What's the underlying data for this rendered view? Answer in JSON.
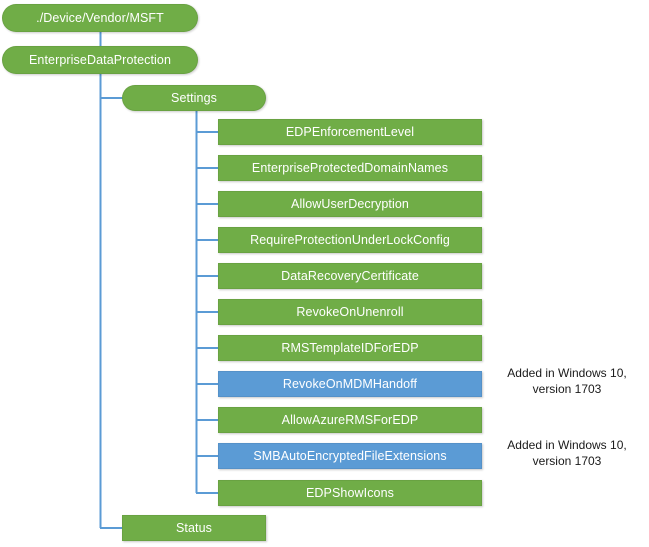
{
  "colors": {
    "green": "#70AD47",
    "blue": "#5B9BD5",
    "connector": "#5B9BD5",
    "text_on_node": "#FFFFFF",
    "annotation_text": "#1A1A1A",
    "background": "#FFFFFF"
  },
  "tree": {
    "root": {
      "label": "./Device/Vendor/MSFT",
      "shape": "pill",
      "color": "green"
    },
    "level1": {
      "label": "EnterpriseDataProtection",
      "shape": "pill",
      "color": "green"
    },
    "branches": [
      {
        "label": "Settings",
        "shape": "pill",
        "color": "green"
      },
      {
        "label": "Status",
        "shape": "rect",
        "color": "green"
      }
    ],
    "settings_children": [
      {
        "label": "EDPEnforcementLevel",
        "color": "green",
        "annotation": ""
      },
      {
        "label": "EnterpriseProtectedDomainNames",
        "color": "green",
        "annotation": ""
      },
      {
        "label": "AllowUserDecryption",
        "color": "green",
        "annotation": ""
      },
      {
        "label": "RequireProtectionUnderLockConfig",
        "color": "green",
        "annotation": ""
      },
      {
        "label": "DataRecoveryCertificate",
        "color": "green",
        "annotation": ""
      },
      {
        "label": "RevokeOnUnenroll",
        "color": "green",
        "annotation": ""
      },
      {
        "label": "RMSTemplateIDForEDP",
        "color": "green",
        "annotation": ""
      },
      {
        "label": "RevokeOnMDMHandoff",
        "color": "blue",
        "annotation": "Added in Windows 10,\nversion 1703"
      },
      {
        "label": "AllowAzureRMSForEDP",
        "color": "green",
        "annotation": ""
      },
      {
        "label": "SMBAutoEncryptedFileExtensions",
        "color": "blue",
        "annotation": "Added in Windows 10,\nversion 1703"
      },
      {
        "label": "EDPShowIcons",
        "color": "green",
        "annotation": ""
      }
    ]
  },
  "annotations": [
    {
      "text": "Added in Windows 10,\nversion 1703",
      "for": "RevokeOnMDMHandoff"
    },
    {
      "text": "Added in Windows 10,\nversion 1703",
      "for": "SMBAutoEncryptedFileExtensions"
    }
  ]
}
